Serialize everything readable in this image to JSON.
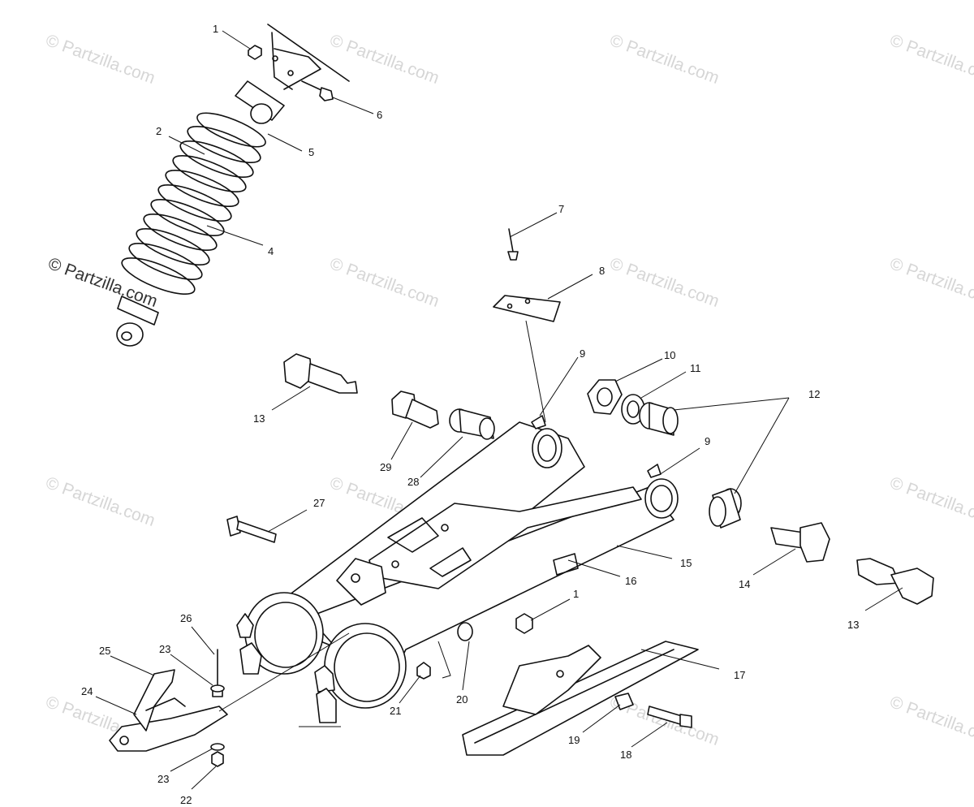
{
  "diagram": {
    "watermarks": [
      "© Partzilla.com",
      "© Partzilla.com",
      "© Partzilla.com",
      "© Partzilla.com",
      "© Partzilla.com",
      "© Partzilla.com",
      "© Partzilla.com",
      "© Partzilla.com",
      "© Partzilla.com",
      "© Partzilla.com",
      "© Partzilla.com",
      "© Partzilla.com",
      "© Partzilla.com",
      "© Partzilla.com"
    ],
    "callouts": [
      "1",
      "2",
      "5",
      "6",
      "4",
      "7",
      "8",
      "9",
      "10",
      "11",
      "12",
      "13",
      "29",
      "28",
      "9",
      "27",
      "15",
      "16",
      "14",
      "13",
      "1",
      "17",
      "26",
      "25",
      "23",
      "24",
      "21",
      "20",
      "19",
      "18",
      "23",
      "22"
    ]
  }
}
